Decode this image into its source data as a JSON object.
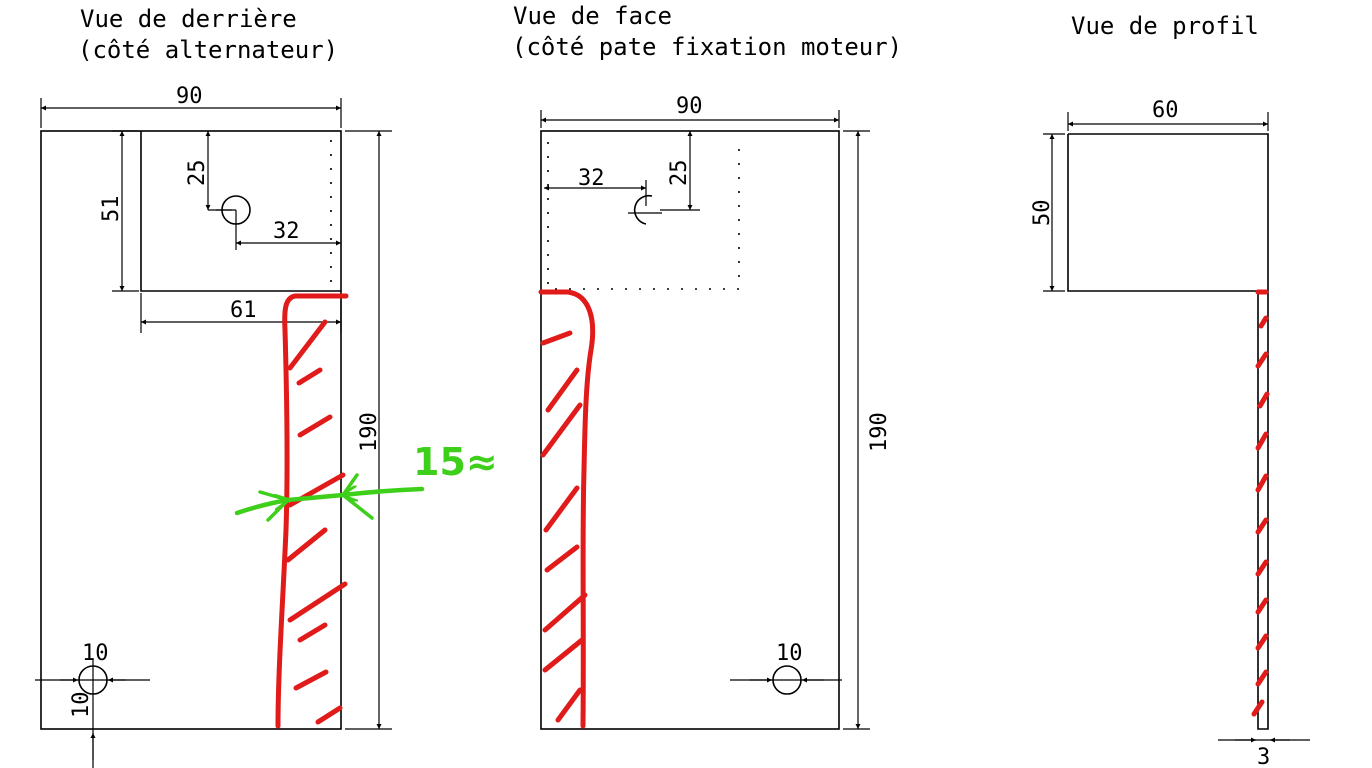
{
  "views": {
    "back": {
      "title_line1": "Vue de derrière",
      "title_line2": "(côté alternateur)",
      "dims": {
        "width": "90",
        "height": "190",
        "d51": "51",
        "d25": "25",
        "d32": "32",
        "d61": "61",
        "d10a": "10",
        "d10b": "10"
      },
      "annotation": "15≈"
    },
    "front": {
      "title_line1": "Vue de face",
      "title_line2": "(côté pate fixation moteur)",
      "dims": {
        "width": "90",
        "height": "190",
        "d32": "32",
        "d25": "25",
        "d10": "10"
      }
    },
    "profile": {
      "title_line1": "Vue de profil",
      "dims": {
        "width": "60",
        "height": "50",
        "thickness": "3"
      }
    }
  },
  "colors": {
    "line": "#000000",
    "red_marking": "#e11a1a",
    "green_marking": "#3ecf1a"
  }
}
